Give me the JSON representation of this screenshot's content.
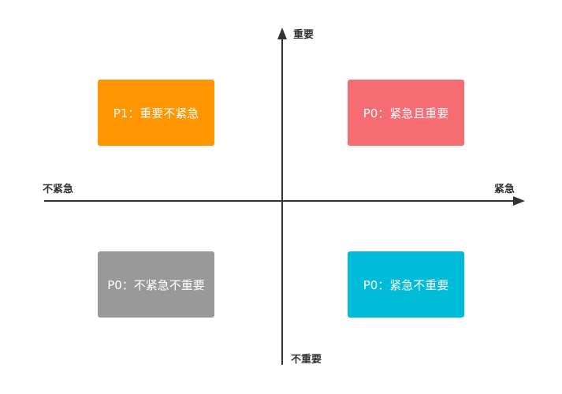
{
  "axes": {
    "y_top_label": "重要",
    "y_bottom_label": "不重要",
    "x_left_label": "不紧急",
    "x_right_label": "紧急"
  },
  "quadrants": {
    "top_left": {
      "label": "P1：重要不紧急",
      "color": "#ff9500"
    },
    "top_right": {
      "label": "P0：紧急且重要",
      "color": "#f56c73"
    },
    "bottom_left": {
      "label": "P0：不紧急不重要",
      "color": "#999999"
    },
    "bottom_right": {
      "label": "P0：紧急不重要",
      "color": "#00bcd8"
    }
  },
  "axis_color": "#333333"
}
